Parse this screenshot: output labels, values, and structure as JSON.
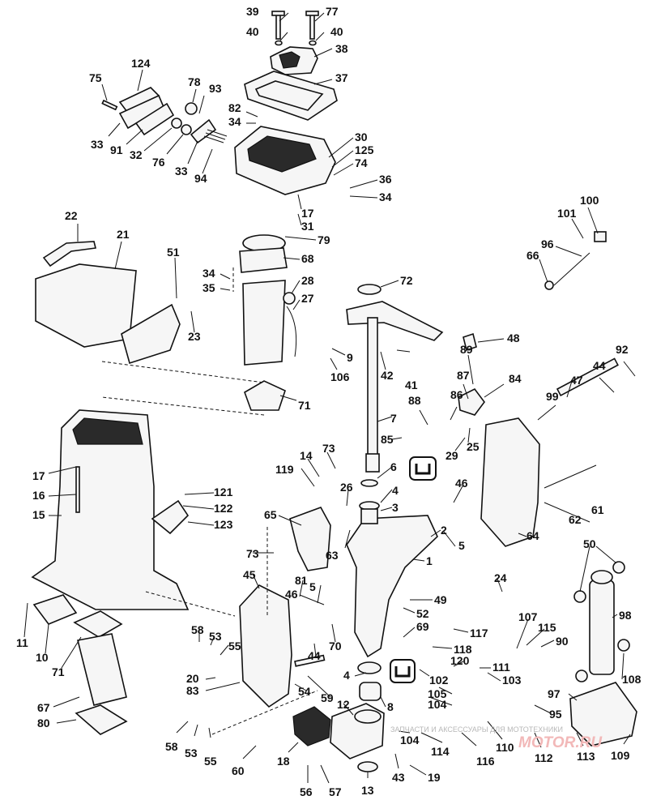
{
  "diagram": {
    "callouts": [
      {
        "id": "39",
        "text": "39"
      },
      {
        "id": "77",
        "text": "77"
      },
      {
        "id": "40a",
        "text": "40"
      },
      {
        "id": "40b",
        "text": "40"
      },
      {
        "id": "38",
        "text": "38"
      },
      {
        "id": "124",
        "text": "124"
      },
      {
        "id": "75",
        "text": "75"
      },
      {
        "id": "78",
        "text": "78"
      },
      {
        "id": "93",
        "text": "93"
      },
      {
        "id": "37",
        "text": "37"
      },
      {
        "id": "82",
        "text": "82"
      },
      {
        "id": "34a",
        "text": "34"
      },
      {
        "id": "33a",
        "text": "33"
      },
      {
        "id": "91",
        "text": "91"
      },
      {
        "id": "32",
        "text": "32"
      },
      {
        "id": "76",
        "text": "76"
      },
      {
        "id": "33b",
        "text": "33"
      },
      {
        "id": "94",
        "text": "94"
      },
      {
        "id": "30",
        "text": "30"
      },
      {
        "id": "125",
        "text": "125"
      },
      {
        "id": "74",
        "text": "74"
      },
      {
        "id": "36",
        "text": "36"
      },
      {
        "id": "34b",
        "text": "34"
      },
      {
        "id": "17a",
        "text": "17"
      },
      {
        "id": "31",
        "text": "31"
      },
      {
        "id": "79",
        "text": "79"
      },
      {
        "id": "22",
        "text": "22"
      },
      {
        "id": "21",
        "text": "21"
      },
      {
        "id": "51",
        "text": "51"
      },
      {
        "id": "68",
        "text": "68"
      },
      {
        "id": "34c",
        "text": "34"
      },
      {
        "id": "35",
        "text": "35"
      },
      {
        "id": "28",
        "text": "28"
      },
      {
        "id": "72",
        "text": "72"
      },
      {
        "id": "27",
        "text": "27"
      },
      {
        "id": "23",
        "text": "23"
      },
      {
        "id": "100",
        "text": "100"
      },
      {
        "id": "101",
        "text": "101"
      },
      {
        "id": "96",
        "text": "96"
      },
      {
        "id": "66",
        "text": "66"
      },
      {
        "id": "48",
        "text": "48"
      },
      {
        "id": "89",
        "text": "89"
      },
      {
        "id": "92",
        "text": "92"
      },
      {
        "id": "9",
        "text": "9"
      },
      {
        "id": "42",
        "text": "42"
      },
      {
        "id": "41",
        "text": "41"
      },
      {
        "id": "106",
        "text": "106"
      },
      {
        "id": "44a",
        "text": "44"
      },
      {
        "id": "87",
        "text": "87"
      },
      {
        "id": "84",
        "text": "84"
      },
      {
        "id": "47",
        "text": "47"
      },
      {
        "id": "86",
        "text": "86"
      },
      {
        "id": "88",
        "text": "88"
      },
      {
        "id": "99",
        "text": "99"
      },
      {
        "id": "71a",
        "text": "71"
      },
      {
        "id": "7",
        "text": "7"
      },
      {
        "id": "85",
        "text": "85"
      },
      {
        "id": "29",
        "text": "29"
      },
      {
        "id": "25",
        "text": "25"
      },
      {
        "id": "17b",
        "text": "17"
      },
      {
        "id": "14",
        "text": "14"
      },
      {
        "id": "73a",
        "text": "73"
      },
      {
        "id": "6",
        "text": "6"
      },
      {
        "id": "16",
        "text": "16"
      },
      {
        "id": "119",
        "text": "119"
      },
      {
        "id": "15",
        "text": "15"
      },
      {
        "id": "26",
        "text": "26"
      },
      {
        "id": "4a",
        "text": "4"
      },
      {
        "id": "46a",
        "text": "46"
      },
      {
        "id": "121",
        "text": "121"
      },
      {
        "id": "122",
        "text": "122"
      },
      {
        "id": "3",
        "text": "3"
      },
      {
        "id": "123",
        "text": "123"
      },
      {
        "id": "65",
        "text": "65"
      },
      {
        "id": "2",
        "text": "2"
      },
      {
        "id": "62",
        "text": "62"
      },
      {
        "id": "61",
        "text": "61"
      },
      {
        "id": "5a",
        "text": "5"
      },
      {
        "id": "63",
        "text": "63"
      },
      {
        "id": "64",
        "text": "64"
      },
      {
        "id": "73b",
        "text": "73"
      },
      {
        "id": "50",
        "text": "50"
      },
      {
        "id": "1",
        "text": "1"
      },
      {
        "id": "45",
        "text": "45"
      },
      {
        "id": "81",
        "text": "81"
      },
      {
        "id": "5b",
        "text": "5"
      },
      {
        "id": "24",
        "text": "24"
      },
      {
        "id": "46b",
        "text": "46"
      },
      {
        "id": "49",
        "text": "49"
      },
      {
        "id": "11",
        "text": "11"
      },
      {
        "id": "52",
        "text": "52"
      },
      {
        "id": "98",
        "text": "98"
      },
      {
        "id": "107",
        "text": "107"
      },
      {
        "id": "115",
        "text": "115"
      },
      {
        "id": "69",
        "text": "69"
      },
      {
        "id": "117",
        "text": "117"
      },
      {
        "id": "90",
        "text": "90"
      },
      {
        "id": "58a",
        "text": "58"
      },
      {
        "id": "53a",
        "text": "53"
      },
      {
        "id": "10",
        "text": "10"
      },
      {
        "id": "70",
        "text": "70"
      },
      {
        "id": "55a",
        "text": "55"
      },
      {
        "id": "118",
        "text": "118"
      },
      {
        "id": "71b",
        "text": "71"
      },
      {
        "id": "44b",
        "text": "44"
      },
      {
        "id": "111",
        "text": "111"
      },
      {
        "id": "120",
        "text": "120"
      },
      {
        "id": "103",
        "text": "103"
      },
      {
        "id": "108",
        "text": "108"
      },
      {
        "id": "4b",
        "text": "4"
      },
      {
        "id": "102",
        "text": "102"
      },
      {
        "id": "20",
        "text": "20"
      },
      {
        "id": "54",
        "text": "54"
      },
      {
        "id": "59",
        "text": "59"
      },
      {
        "id": "83",
        "text": "83"
      },
      {
        "id": "97",
        "text": "97"
      },
      {
        "id": "105",
        "text": "105"
      },
      {
        "id": "104a",
        "text": "104"
      },
      {
        "id": "67",
        "text": "67"
      },
      {
        "id": "12",
        "text": "12"
      },
      {
        "id": "8",
        "text": "8"
      },
      {
        "id": "95",
        "text": "95"
      },
      {
        "id": "80",
        "text": "80"
      },
      {
        "id": "58b",
        "text": "58"
      },
      {
        "id": "53b",
        "text": "53"
      },
      {
        "id": "55b",
        "text": "55"
      },
      {
        "id": "18",
        "text": "18"
      },
      {
        "id": "104b",
        "text": "104"
      },
      {
        "id": "114",
        "text": "114"
      },
      {
        "id": "116",
        "text": "116"
      },
      {
        "id": "110",
        "text": "110"
      },
      {
        "id": "112",
        "text": "112"
      },
      {
        "id": "113",
        "text": "113"
      },
      {
        "id": "109",
        "text": "109"
      },
      {
        "id": "60",
        "text": "60"
      },
      {
        "id": "43",
        "text": "43"
      },
      {
        "id": "19",
        "text": "19"
      },
      {
        "id": "56",
        "text": "56"
      },
      {
        "id": "57",
        "text": "57"
      },
      {
        "id": "13",
        "text": "13"
      }
    ],
    "watermark": {
      "caption": "ЗАПЧАСТИ И АКСЕССУАРЫ ДЛЯ МОТОТЕХНИКИ",
      "logo": "MOTOR.RU"
    }
  }
}
